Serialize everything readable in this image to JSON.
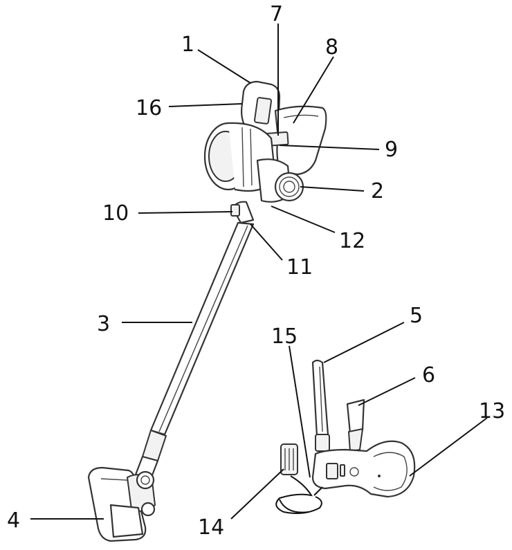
{
  "labels": [
    "1",
    "2",
    "3",
    "4",
    "5",
    "6",
    "7",
    "8",
    "9",
    "10",
    "11",
    "12",
    "13",
    "14",
    "15",
    "16"
  ],
  "colors": {
    "ink": "#111111",
    "outline": "#333333",
    "fill": "#f2f2f2"
  }
}
